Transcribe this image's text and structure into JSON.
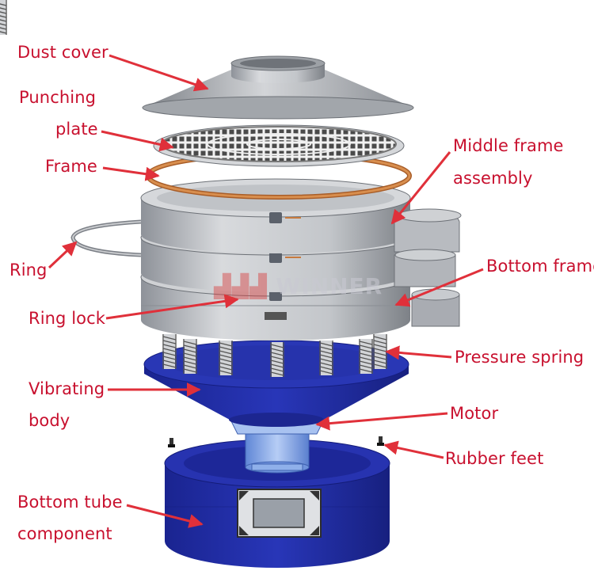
{
  "colors": {
    "label": "#c8102e",
    "arrow": "#e0303a",
    "steel": "#b9bcc1",
    "base_blue": "#1f2a9c",
    "motor_blue": "#7fa2e6",
    "gasket": "#c77a3e"
  },
  "watermark": "WINNER",
  "labels": {
    "dust_cover": "Dust cover",
    "punching_1": "Punching",
    "punching_2": "plate",
    "frame": "Frame",
    "middle_1": "Middle frame",
    "middle_2": "assembly",
    "ring": "Ring",
    "bottom_frame": "Bottom frame",
    "ring_lock": "Ring lock",
    "pressure_spring": "Pressure spring",
    "vibrating_1": "Vibrating",
    "vibrating_2": "body",
    "motor": "Motor",
    "rubber_feet": "Rubber feet",
    "bottom_tube_1": "Bottom tube",
    "bottom_tube_2": "component"
  }
}
